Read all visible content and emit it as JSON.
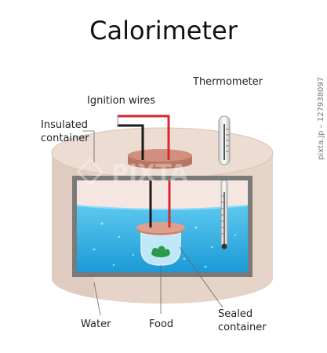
{
  "title": "Calorimeter",
  "labels": {
    "ignition_wires": "Ignition wires",
    "thermometer": "Thermometer",
    "insulated_container_1": "Insulated",
    "insulated_container_2": "container",
    "water": "Water",
    "food": "Food",
    "sealed_container_1": "Sealed",
    "sealed_container_2": "container"
  },
  "watermark": {
    "center": "PIXTA",
    "side": "pixta.jp – 127938097"
  },
  "colors": {
    "insulation": "#e8d7cc",
    "insulation_dark": "#d5c0b3",
    "lid": "#cf8f7c",
    "water": "#27a9df",
    "wire_red": "#d8282c",
    "wire_black": "#1a1a1a",
    "food": "#2c9a4a"
  }
}
